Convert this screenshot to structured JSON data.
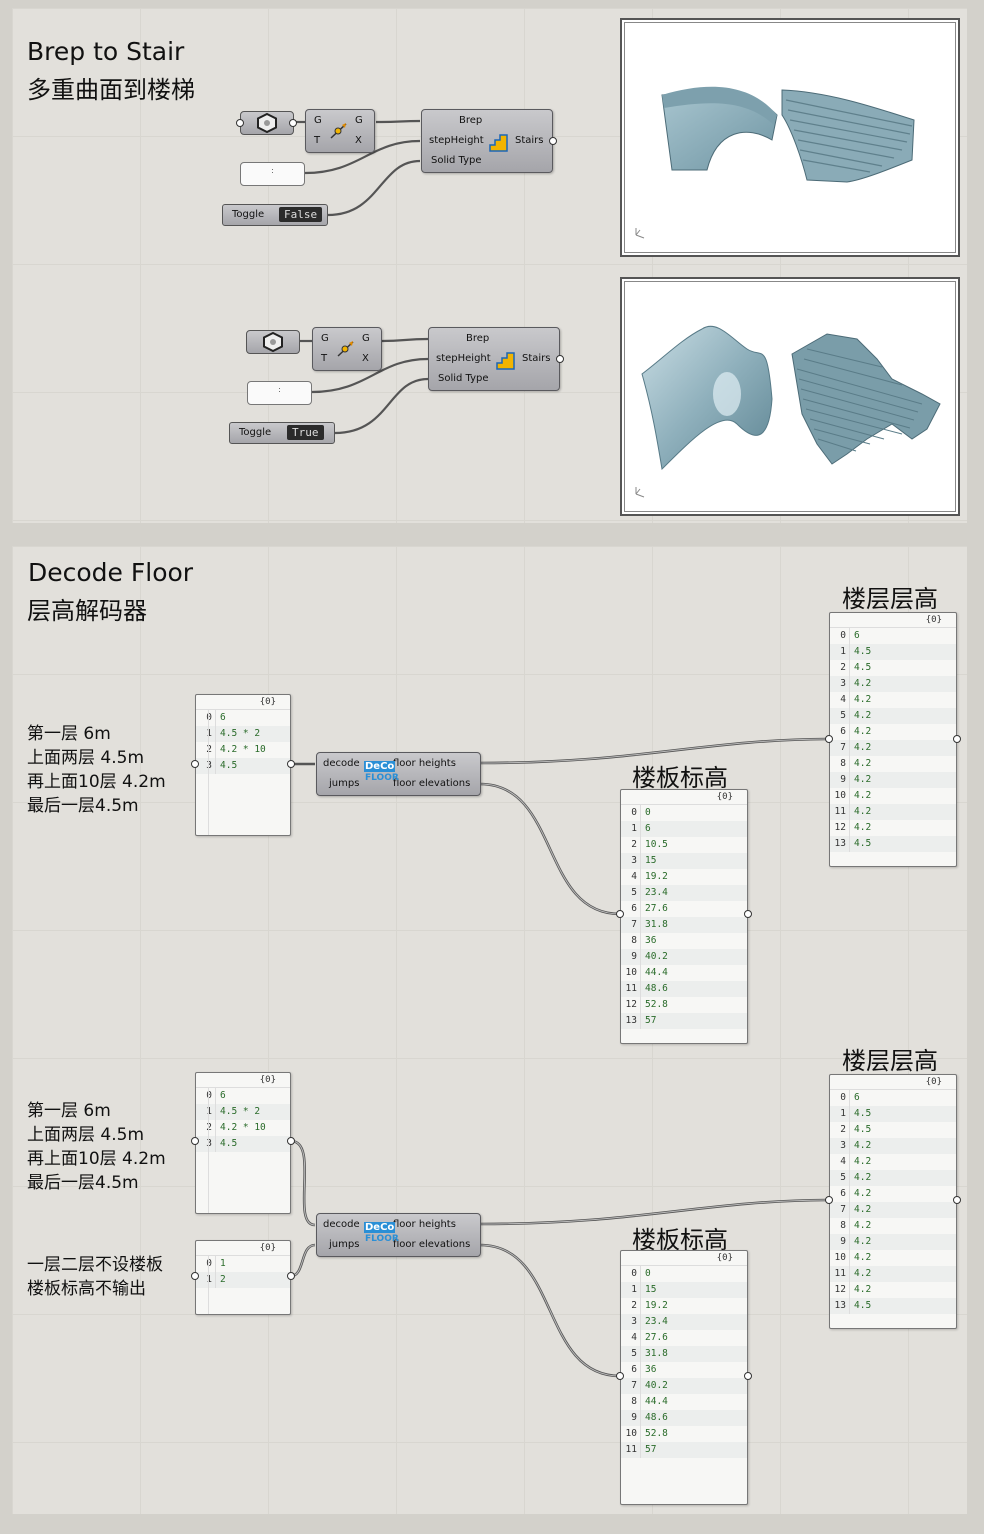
{
  "section1": {
    "title_en": "Brep to Stair",
    "title_zh": "多重曲面到楼梯",
    "example1": {
      "gumball": {
        "in_g": "G",
        "in_t": "T",
        "out_g": "G",
        "out_x": "X"
      },
      "slider_value": ":",
      "toggle": {
        "label": "Toggle",
        "value": "False"
      },
      "stair_component": {
        "inputs": [
          "Brep",
          "stepHeight",
          "Solid Type"
        ],
        "output": "Stairs"
      }
    },
    "example2": {
      "gumball": {
        "in_g": "G",
        "in_t": "T",
        "out_g": "G",
        "out_x": "X"
      },
      "slider_value": ":",
      "toggle": {
        "label": "Toggle",
        "value": "True"
      },
      "stair_component": {
        "inputs": [
          "Brep",
          "stepHeight",
          "Solid Type"
        ],
        "output": "Stairs"
      }
    }
  },
  "section2": {
    "title_en": "Decode Floor",
    "title_zh": "层高解码器",
    "example1": {
      "note_lines": [
        "第一层 6m",
        "上面两层 4.5m",
        "再上面10层 4.2m",
        "最后一层4.5m"
      ],
      "input_panel": {
        "header": "{0}",
        "rows": [
          "6",
          "4.5 * 2",
          "4.2 * 10",
          "4.5"
        ]
      },
      "decoder": {
        "in_decode": "decode",
        "in_jumps": "jumps",
        "out_heights": "floor heights",
        "out_elevations": "floor elevations",
        "logo_top": "DeCo",
        "logo_bottom": "FLOOR"
      },
      "heights_title": "楼层层高",
      "heights_panel": {
        "header": "{0}",
        "rows": [
          "6",
          "4.5",
          "4.5",
          "4.2",
          "4.2",
          "4.2",
          "4.2",
          "4.2",
          "4.2",
          "4.2",
          "4.2",
          "4.2",
          "4.2",
          "4.5"
        ]
      },
      "elevations_title": "楼板标高",
      "elevations_panel": {
        "header": "{0}",
        "rows": [
          "0",
          "6",
          "10.5",
          "15",
          "19.2",
          "23.4",
          "27.6",
          "31.8",
          "36",
          "40.2",
          "44.4",
          "48.6",
          "52.8",
          "57"
        ]
      }
    },
    "example2": {
      "note_lines": [
        "第一层 6m",
        "上面两层 4.5m",
        "再上面10层 4.2m",
        "最后一层4.5m"
      ],
      "jump_note_lines": [
        "一层二层不设楼板",
        "楼板标高不输出"
      ],
      "input_panel": {
        "header": "{0}",
        "rows": [
          "6",
          "4.5 * 2",
          "4.2 * 10",
          "4.5"
        ]
      },
      "jumps_panel": {
        "header": "{0}",
        "rows": [
          "1",
          "2"
        ]
      },
      "decoder": {
        "in_decode": "decode",
        "in_jumps": "jumps",
        "out_heights": "floor heights",
        "out_elevations": "floor elevations",
        "logo_top": "DeCo",
        "logo_bottom": "FLOOR"
      },
      "heights_title": "楼层层高",
      "heights_panel": {
        "header": "{0}",
        "rows": [
          "6",
          "4.5",
          "4.5",
          "4.2",
          "4.2",
          "4.2",
          "4.2",
          "4.2",
          "4.2",
          "4.2",
          "4.2",
          "4.2",
          "4.2",
          "4.5"
        ]
      },
      "elevations_title": "楼板标高",
      "elevations_panel": {
        "header": "{0}",
        "rows": [
          "0",
          "15",
          "19.2",
          "23.4",
          "27.6",
          "31.8",
          "36",
          "40.2",
          "44.4",
          "48.6",
          "52.8",
          "57"
        ]
      }
    }
  },
  "colors": {
    "canvas": "#e2e0db",
    "wire": "#4a4a4a",
    "component": "#b4b4b8",
    "surface": "#8fb0bc",
    "deco_blue": "#2a8fd6",
    "stair_icon": "#f2b400"
  }
}
